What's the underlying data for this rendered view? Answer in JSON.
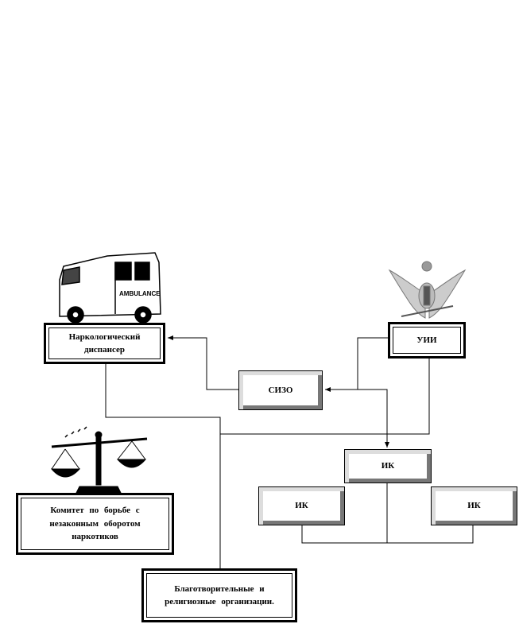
{
  "nodes": {
    "narco": "Наркологический диспансер",
    "uii": "УИИ",
    "sizo": "СИЗО",
    "ik_top": "ИК",
    "ik_left": "ИК",
    "ik_right": "ИК",
    "committee": "Комитет по борьбе с незаконным оборотом наркотиков",
    "charity": "Благотворительные и религиозные организации."
  },
  "images": {
    "ambulance_text": "AMBULANCE"
  }
}
